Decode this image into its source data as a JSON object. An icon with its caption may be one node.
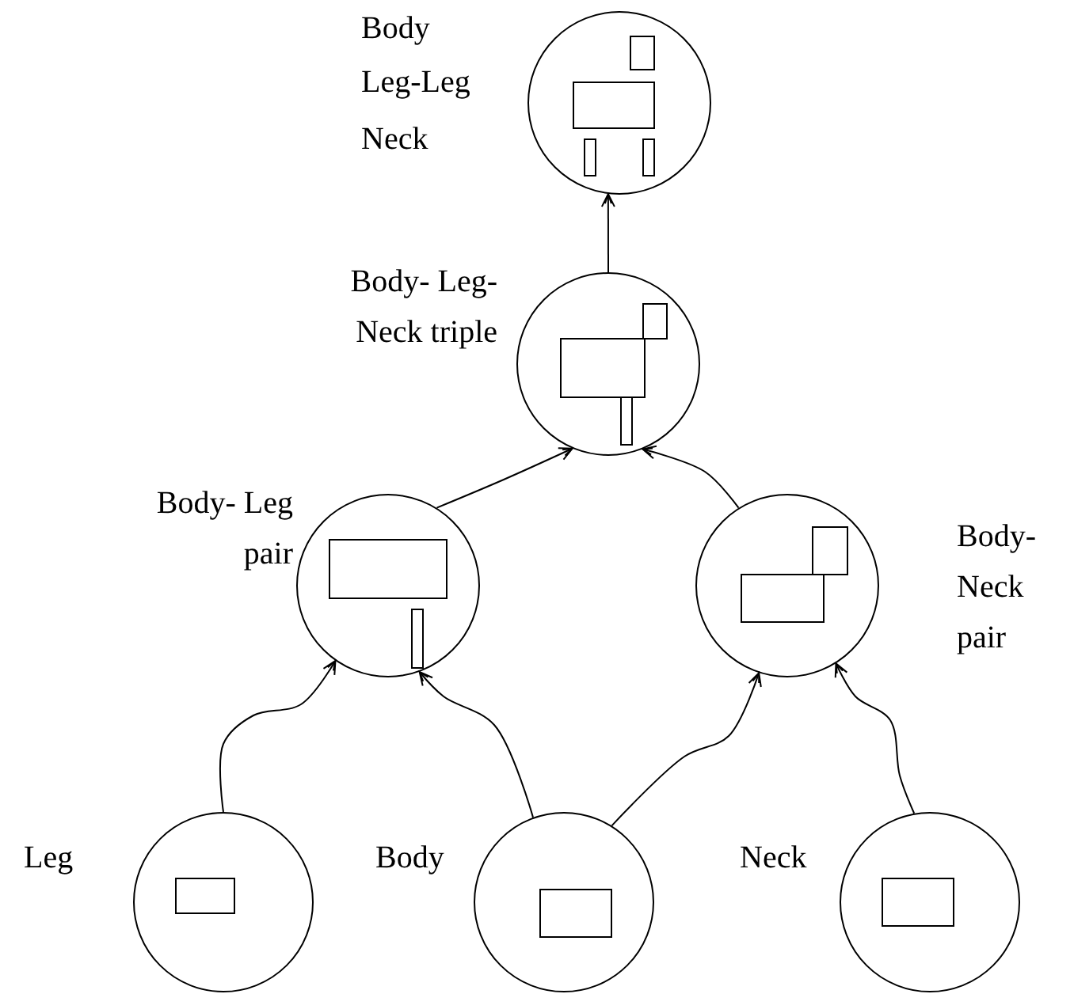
{
  "diagram": {
    "nodes": [
      {
        "text": [],
        "shape": "circle",
        "beside": [
          "Body",
          "Leg-Leg",
          "Neck"
        ]
      },
      {
        "text": [],
        "shape": "circle",
        "beside": [
          "Body- Leg-Neck triple"
        ]
      },
      {
        "text": [],
        "shape": "circle",
        "beside": [
          "Body- Leg pair"
        ]
      },
      {
        "text": [],
        "shape": "circle",
        "beside": [
          "Body- Neck pair"
        ]
      },
      {
        "text": [],
        "shape": "circle",
        "beside": [
          "Leg"
        ]
      },
      {
        "text": [],
        "shape": "circle",
        "beside": [
          "Body"
        ]
      },
      {
        "text": [],
        "shape": "circle",
        "beside": [
          "Neck"
        ]
      }
    ],
    "edges": [
      {
        "from": 1,
        "to": 0,
        "arrow": "to"
      },
      {
        "from": 2,
        "to": 1,
        "arrow": "to"
      },
      {
        "from": 3,
        "to": 1,
        "arrow": "to"
      },
      {
        "from": 4,
        "to": 2,
        "arrow": "to"
      },
      {
        "from": 5,
        "to": 2,
        "arrow": "to"
      },
      {
        "from": 5,
        "to": 3,
        "arrow": "to"
      },
      {
        "from": 6,
        "to": 3,
        "arrow": "to"
      }
    ]
  }
}
